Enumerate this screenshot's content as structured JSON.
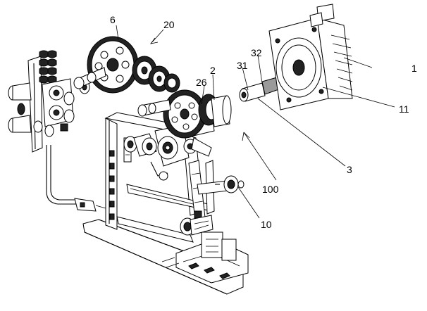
{
  "figure": {
    "labels": [
      {
        "id": "label-6",
        "text": "6"
      },
      {
        "id": "label-20",
        "text": "20"
      },
      {
        "id": "label-1",
        "text": "1"
      },
      {
        "id": "label-32",
        "text": "32"
      },
      {
        "id": "label-31",
        "text": "31"
      },
      {
        "id": "label-2",
        "text": "2"
      },
      {
        "id": "label-26",
        "text": "26"
      },
      {
        "id": "label-11",
        "text": "11"
      },
      {
        "id": "label-3",
        "text": "3"
      },
      {
        "id": "label-100",
        "text": "100"
      },
      {
        "id": "label-10",
        "text": "10"
      }
    ]
  }
}
